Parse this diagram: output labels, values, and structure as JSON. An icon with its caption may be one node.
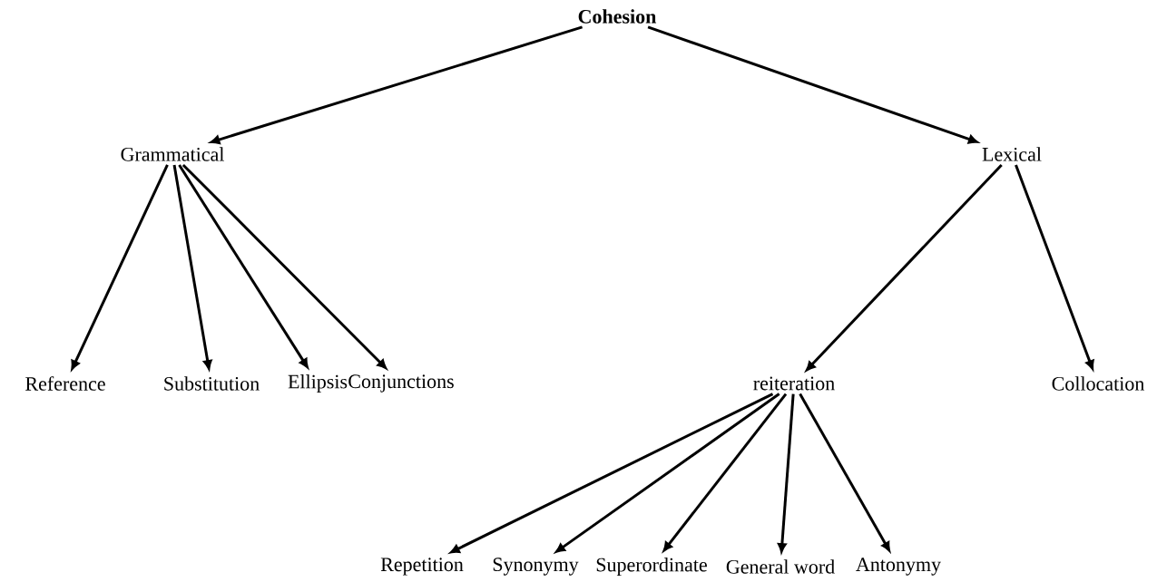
{
  "diagram": {
    "nodes": [
      {
        "text": [
          "Cohesion"
        ]
      },
      {
        "text": [
          "Grammatical"
        ]
      },
      {
        "text": [
          "Lexical"
        ]
      },
      {
        "text": [
          "Reference"
        ]
      },
      {
        "text": [
          "Substitution"
        ]
      },
      {
        "text": [
          "Ellipsis"
        ]
      },
      {
        "text": [
          "Conjunctions"
        ]
      },
      {
        "text": [
          "reiteration"
        ]
      },
      {
        "text": [
          "Collocation"
        ]
      },
      {
        "text": [
          "Repetition"
        ]
      },
      {
        "text": [
          "Synonymy"
        ]
      },
      {
        "text": [
          "Superordinate"
        ]
      },
      {
        "text": [
          "General word"
        ]
      },
      {
        "text": [
          "Antonymy"
        ]
      }
    ],
    "edges": [
      {
        "from": 0,
        "to": 1,
        "arrow": "to"
      },
      {
        "from": 0,
        "to": 2,
        "arrow": "to"
      },
      {
        "from": 1,
        "to": 3,
        "arrow": "to"
      },
      {
        "from": 1,
        "to": 4,
        "arrow": "to"
      },
      {
        "from": 1,
        "to": 5,
        "arrow": "to"
      },
      {
        "from": 1,
        "to": 6,
        "arrow": "to"
      },
      {
        "from": 2,
        "to": 7,
        "arrow": "to"
      },
      {
        "from": 2,
        "to": 8,
        "arrow": "to"
      },
      {
        "from": 7,
        "to": 9,
        "arrow": "to"
      },
      {
        "from": 7,
        "to": 10,
        "arrow": "to"
      },
      {
        "from": 7,
        "to": 11,
        "arrow": "to"
      },
      {
        "from": 7,
        "to": 12,
        "arrow": "to"
      },
      {
        "from": 7,
        "to": 13,
        "arrow": "to"
      }
    ]
  }
}
